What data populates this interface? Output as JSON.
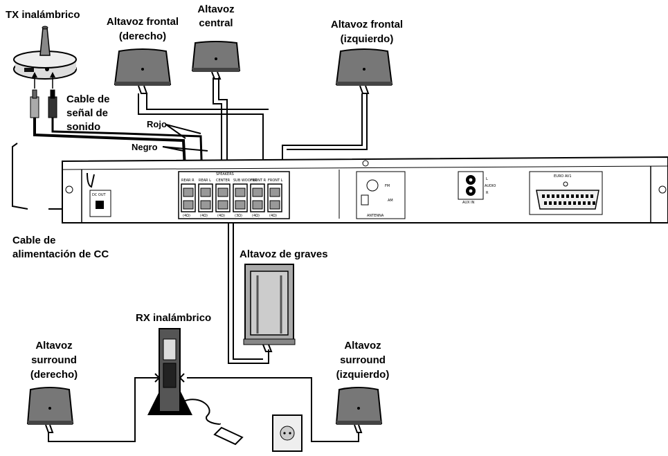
{
  "labels": {
    "tx": "TX inalámbrico",
    "front_right": [
      "Altavoz frontal",
      "(derecho)"
    ],
    "center": [
      "Altavoz",
      "central"
    ],
    "front_left": [
      "Altavoz frontal",
      "(izquierdo)"
    ],
    "audio_cable": [
      "Cable de",
      "señal de",
      "sonido"
    ],
    "red": "Rojo",
    "black": "Negro",
    "dc_cable": [
      "Cable de",
      "alimentación de CC"
    ],
    "subwoofer": "Altavoz de graves",
    "rx": "RX inalámbrico",
    "surround_right": [
      "Altavoz",
      "surround",
      "(derecho)"
    ],
    "surround_left": [
      "Altavoz",
      "surround",
      "(izquierdo)"
    ]
  },
  "panel": {
    "speakers_header": "SPEAKERS",
    "terminals": [
      "REAR R",
      "REAR L",
      "CENTER",
      "SUB WOOFER",
      "FRONT R",
      "FRONT L"
    ],
    "impedances": [
      "(4Ω)",
      "(4Ω)",
      "(4Ω)",
      "(3Ω)",
      "(4Ω)",
      "(4Ω)"
    ],
    "fm": "FM",
    "am": "AM",
    "antenna": "ANTENNA",
    "audio": "AUDIO",
    "aux_l": "L",
    "aux_r": "R",
    "aux_in": "AUX IN",
    "euro": "EURO AV1",
    "dc_out": "DC OUT"
  }
}
